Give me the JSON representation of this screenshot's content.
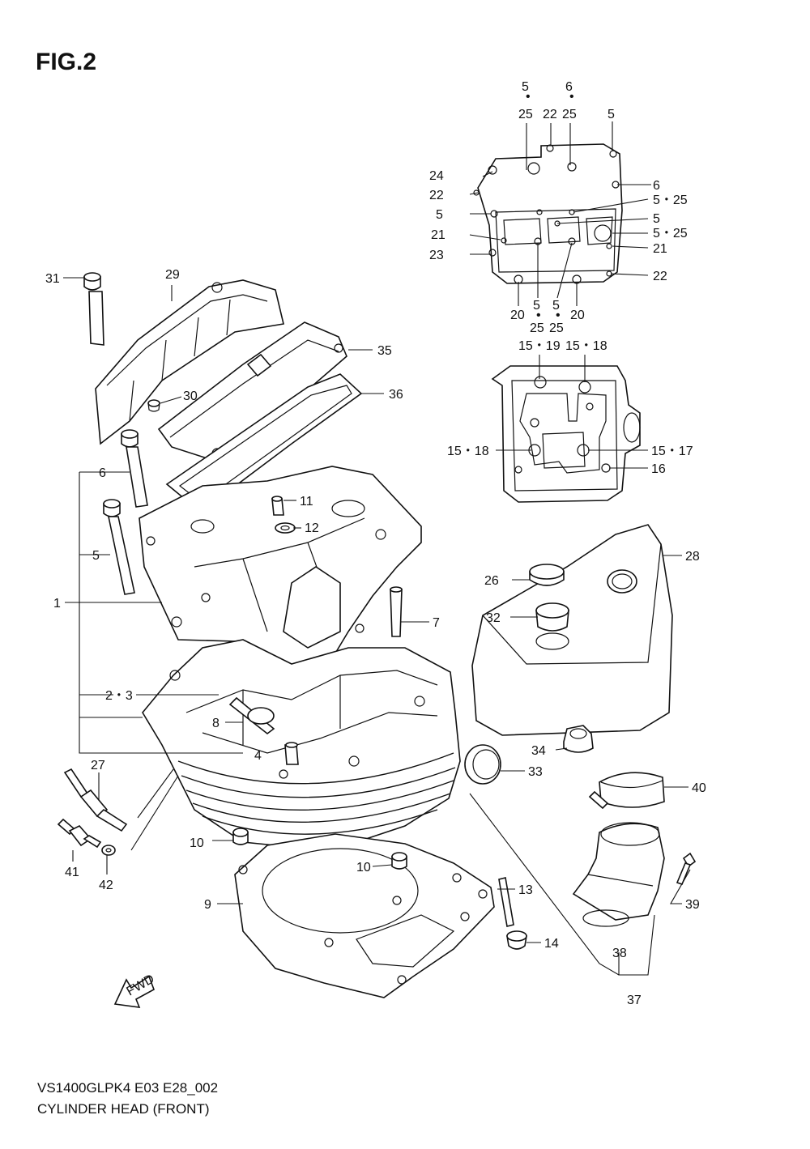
{
  "figure": {
    "title": "FIG.2",
    "model_code": "VS1400GLPK4 E03 E28_002",
    "caption": "CYLINDER HEAD (FRONT)",
    "direction_label": "FWD"
  },
  "callouts": {
    "c1": "1",
    "c2_3": "2・3",
    "c4": "4",
    "c5": "5",
    "c6": "6",
    "c7": "7",
    "c8": "8",
    "c9": "9",
    "c10a": "10",
    "c10b": "10",
    "c11": "11",
    "c12": "12",
    "c13": "13",
    "c14": "14",
    "c15_19": "15・19",
    "c15_18a": "15・18",
    "c15_18b": "15・18",
    "c15_17": "15・17",
    "c16": "16",
    "c20a": "20",
    "c20b": "20",
    "c21a": "21",
    "c21b": "21",
    "c22a": "22",
    "c22b": "22",
    "c22c": "22",
    "c23": "23",
    "c24": "24",
    "c5_25a": "5・25",
    "c5_25b": "5・25",
    "c5_top1": "5",
    "c25_top1": "25",
    "c6_top": "6",
    "c25_top2": "25",
    "c5_top3": "5",
    "c6_right": "6",
    "c5_left": "5",
    "c5_right": "5",
    "c5_bot1": "5",
    "c25_bot1": "25",
    "c5_bot2": "5",
    "c25_bot2": "25",
    "c26": "26",
    "c27": "27",
    "c28": "28",
    "c29": "29",
    "c30": "30",
    "c31": "31",
    "c32": "32",
    "c33": "33",
    "c34": "34",
    "c35": "35",
    "c36": "36",
    "c37": "37",
    "c38": "38",
    "c39": "39",
    "c40": "40",
    "c41": "41",
    "c42": "42"
  }
}
